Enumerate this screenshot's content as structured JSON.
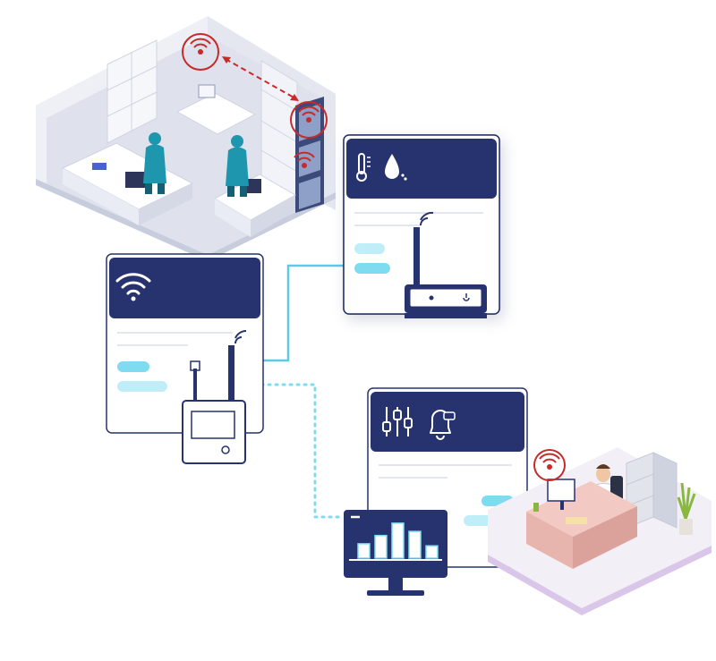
{
  "colors": {
    "navy": "#27336e",
    "cyan": "#7fdcf0",
    "cyan_light": "#bfeef8",
    "line_gray": "#e3e6ee",
    "lab_wall": "#e9ebf3",
    "lab_floor": "#d7dbe8",
    "scientist": "#1e96ad",
    "office_desk": "#e8b4ae",
    "office_floor": "#d9c6e8",
    "alert_red": "#c62a2a"
  },
  "scene": {
    "lab": {
      "sensor_icons": [
        "radio-signal-icon",
        "radio-signal-icon",
        "radio-signal-icon"
      ]
    },
    "office": {
      "alert_icon": "radio-signal-icon",
      "desk_plate": ""
    }
  },
  "cards": {
    "environment": {
      "icons": [
        "thermometer-icon",
        "water-drop-icon"
      ]
    },
    "gateway": {
      "icons": [
        "wifi-icon"
      ]
    },
    "alerts": {
      "icons": [
        "sliders-icon",
        "bell-alert-icon"
      ]
    }
  },
  "devices": {
    "sensor": {
      "icon": "wireless-sensor-icon"
    },
    "gateway": {
      "icon": "gateway-router-icon"
    },
    "monitor": {
      "icon": "dashboard-monitor-icon",
      "bars": [
        0.35,
        0.55,
        0.85,
        0.65,
        0.3
      ]
    }
  }
}
